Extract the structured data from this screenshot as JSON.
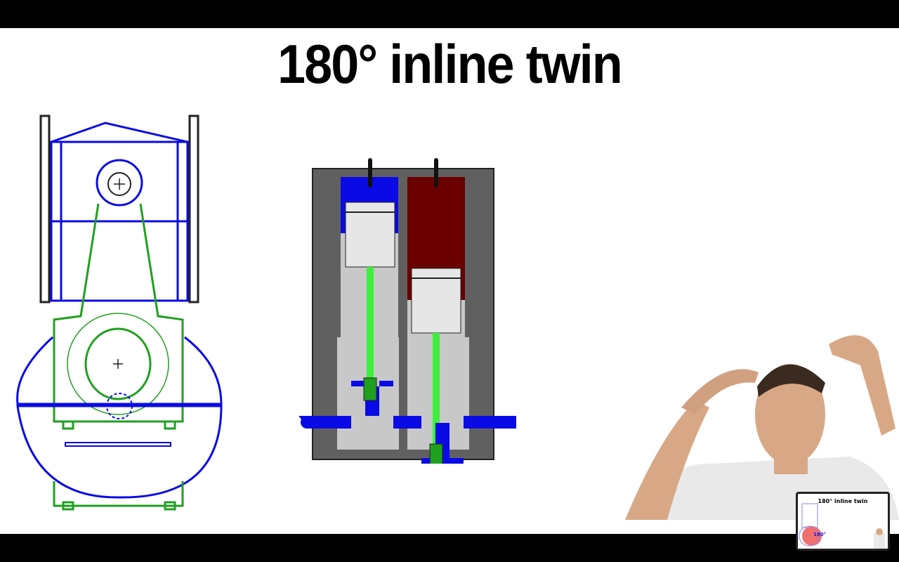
{
  "title": "180° inline twin",
  "thumbnail": {
    "title": "180° inline twin",
    "label": "180°"
  },
  "colors": {
    "blue": "#0a0ae6",
    "green": "#1fa01f",
    "dark_red": "#6b0000",
    "block_gray": "#606060",
    "bore_gray": "#c8c8c8",
    "rod_green": "#3cf03c"
  }
}
